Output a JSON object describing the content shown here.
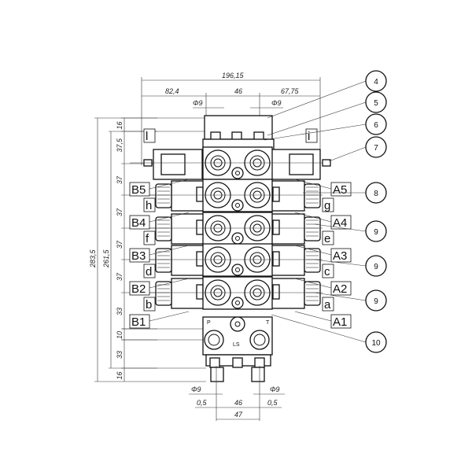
{
  "dimensions": {
    "overall_width": "196,15",
    "left_offset": "82,4",
    "center_width": "46",
    "right_offset": "67,75",
    "top_hole_left": "Φ9",
    "top_hole_right": "Φ9",
    "overall_height": "283,5",
    "inner_height": "261,5",
    "stack": [
      "16",
      "37,5",
      "37",
      "37",
      "37",
      "37",
      "33",
      "10",
      "33",
      "16"
    ],
    "bottom_hole_left": "Φ9",
    "bottom_hole_right": "Φ9",
    "bottom_offset_left": "0,5",
    "bottom_center": "46",
    "bottom_offset_right": "0,5",
    "bottom_width": "47"
  },
  "port_labels": {
    "left": [
      "B5",
      "h",
      "B4",
      "f",
      "B3",
      "d",
      "B2",
      "b",
      "B1"
    ],
    "right": [
      "A5",
      "g",
      "A4",
      "e",
      "A3",
      "c",
      "A2",
      "a",
      "A1"
    ],
    "top_left": "l",
    "top_right": "i",
    "inlet_p": "P",
    "tank_t": "T",
    "load_sense": "LS"
  },
  "callouts": [
    "4",
    "5",
    "6",
    "7",
    "8",
    "9",
    "9",
    "9",
    "10"
  ]
}
